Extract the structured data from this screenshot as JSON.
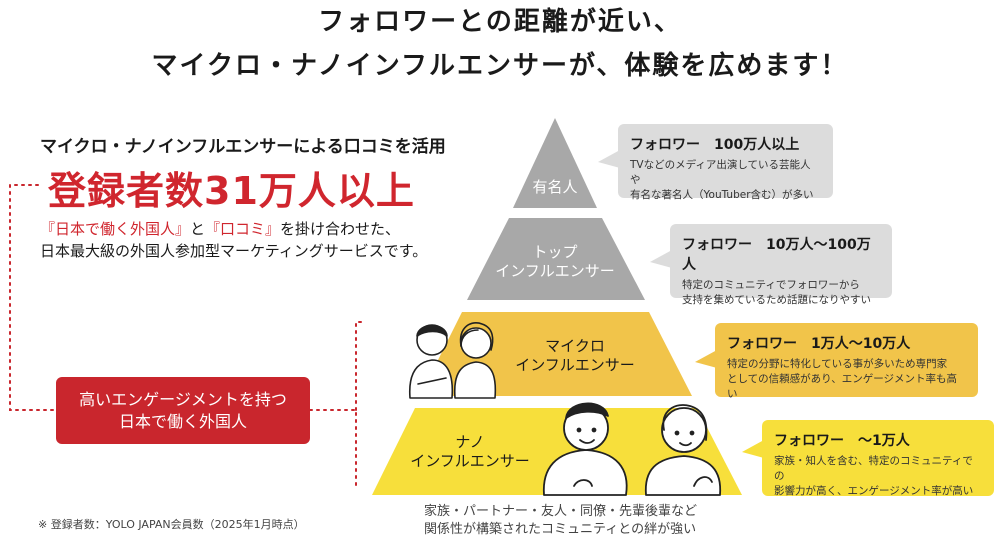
{
  "headline": {
    "line1": "フォロワーとの距離が近い、",
    "line2": "マイクロ・ナノインフルエンサーが、体験を広めます！"
  },
  "left": {
    "subheading": "マイクロ・ナノインフルエンサーによる口コミを活用",
    "big_count": "登録者数31万人以上",
    "desc_red1": "『日本で働く外国人』",
    "desc_mid": "と",
    "desc_red2": "『口コミ』",
    "desc_tail": "を掛け合わせた、",
    "desc_line2": "日本最大級の外国人参加型マーケティングサービスです。",
    "engage_line1": "高いエンゲージメントを持つ",
    "engage_line2": "日本で働く外国人",
    "footnote": "※ 登録者数：YOLO JAPAN会員数（2025年1月時点）"
  },
  "pyramid": {
    "tiers": [
      {
        "line1": "有名人",
        "line2": "",
        "color": "#a8a8a8"
      },
      {
        "line1": "トップ",
        "line2": "インフルエンサー",
        "color": "#a8a8a8"
      },
      {
        "line1": "マイクロ",
        "line2": "インフルエンサー",
        "color": "#f1c44a"
      },
      {
        "line1": "ナノ",
        "line2": "インフルエンサー",
        "color": "#f7df3b"
      }
    ],
    "bottom_note_line1": "家族・パートナー・友人・同僚・先輩後輩など",
    "bottom_note_line2": "関係性が構築されたコミュニティとの絆が強い"
  },
  "bubbles": [
    {
      "title": "フォロワー　100万人以上",
      "desc1": "TVなどのメディア出演している芸能人や",
      "desc2": "有名な著名人（YouTuber含む）が多い",
      "color": "#dcdcdc"
    },
    {
      "title": "フォロワー　10万人〜100万人",
      "desc1": "特定のコミュニティでフォロワーから",
      "desc2": "支持を集めているため話題になりやすい",
      "color": "#dcdcdc"
    },
    {
      "title": "フォロワー　1万人〜10万人",
      "desc1": "特定の分野に特化している事が多いため専門家",
      "desc2": "としての信頼感があり、エンゲージメント率も高い",
      "color": "#f1c44a"
    },
    {
      "title": "フォロワー　〜1万人",
      "desc1": "家族・知人を含む、特定のコミュニティでの",
      "desc2": "影響力が高く、エンゲージメント率が高い",
      "color": "#f7df3b"
    }
  ]
}
